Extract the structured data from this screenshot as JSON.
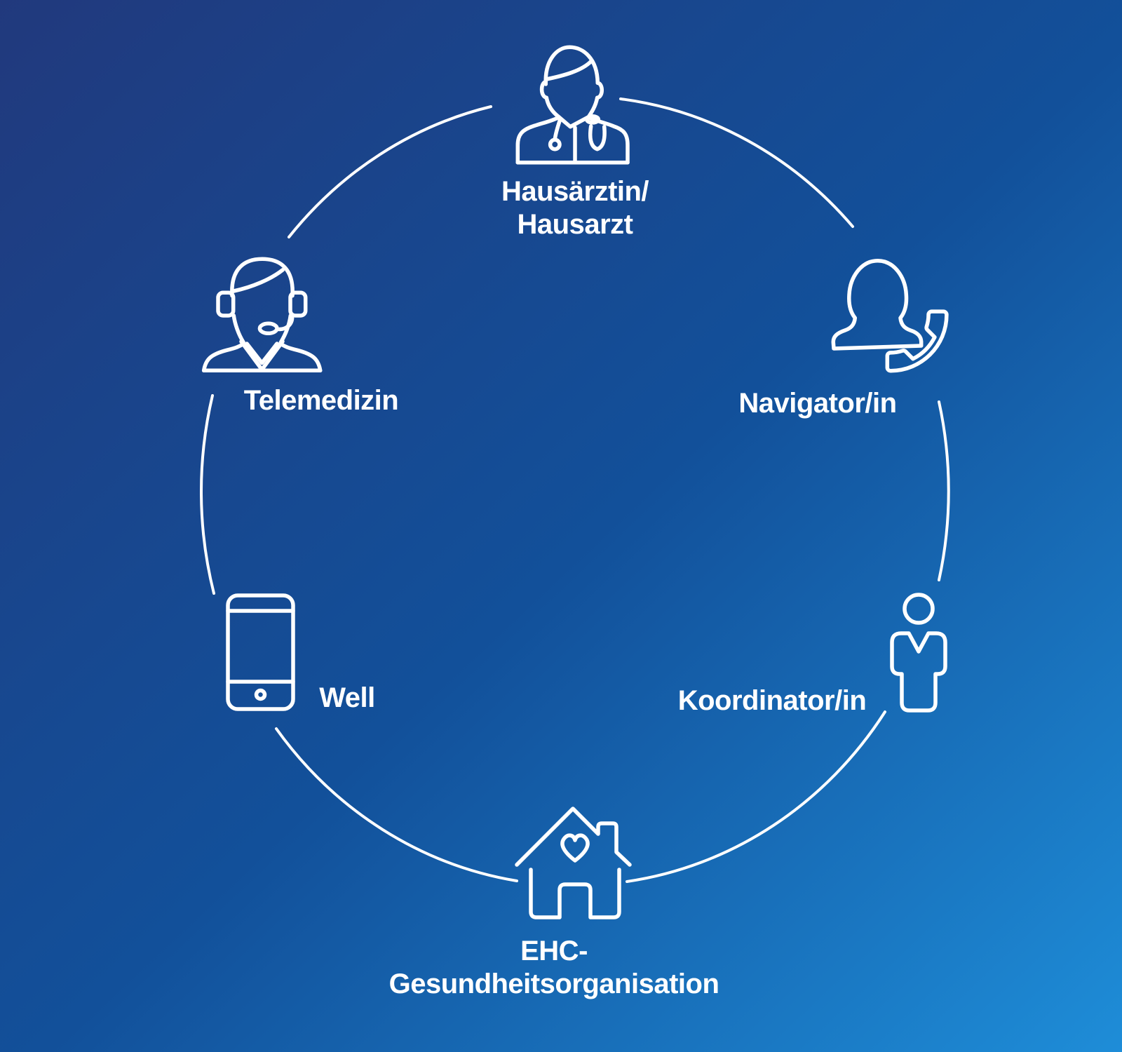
{
  "background": {
    "gradient_start": "#21397d",
    "gradient_mid": "#12509a",
    "gradient_end": "#1e8dd8"
  },
  "stroke_color": "#ffffff",
  "text_color": "#ffffff",
  "diagram": {
    "description": "Circular care network diagram with six nodes connected by a ring",
    "nodes": [
      {
        "id": "hausarzt",
        "icon": "doctor-icon",
        "lines": [
          "Hausärztin/",
          "Hausarzt"
        ]
      },
      {
        "id": "navigator",
        "icon": "person-phone-icon",
        "lines": [
          "Navigator/in"
        ]
      },
      {
        "id": "koordinator",
        "icon": "person-icon",
        "lines": [
          "Koordinator/in"
        ]
      },
      {
        "id": "ehc",
        "icon": "house-heart-icon",
        "lines": [
          "EHC-",
          "Gesundheitsorganisation"
        ]
      },
      {
        "id": "well",
        "icon": "smartphone-icon",
        "lines": [
          "Well"
        ]
      },
      {
        "id": "telemedizin",
        "icon": "headset-agent-icon",
        "lines": [
          "Telemedizin"
        ]
      }
    ]
  }
}
